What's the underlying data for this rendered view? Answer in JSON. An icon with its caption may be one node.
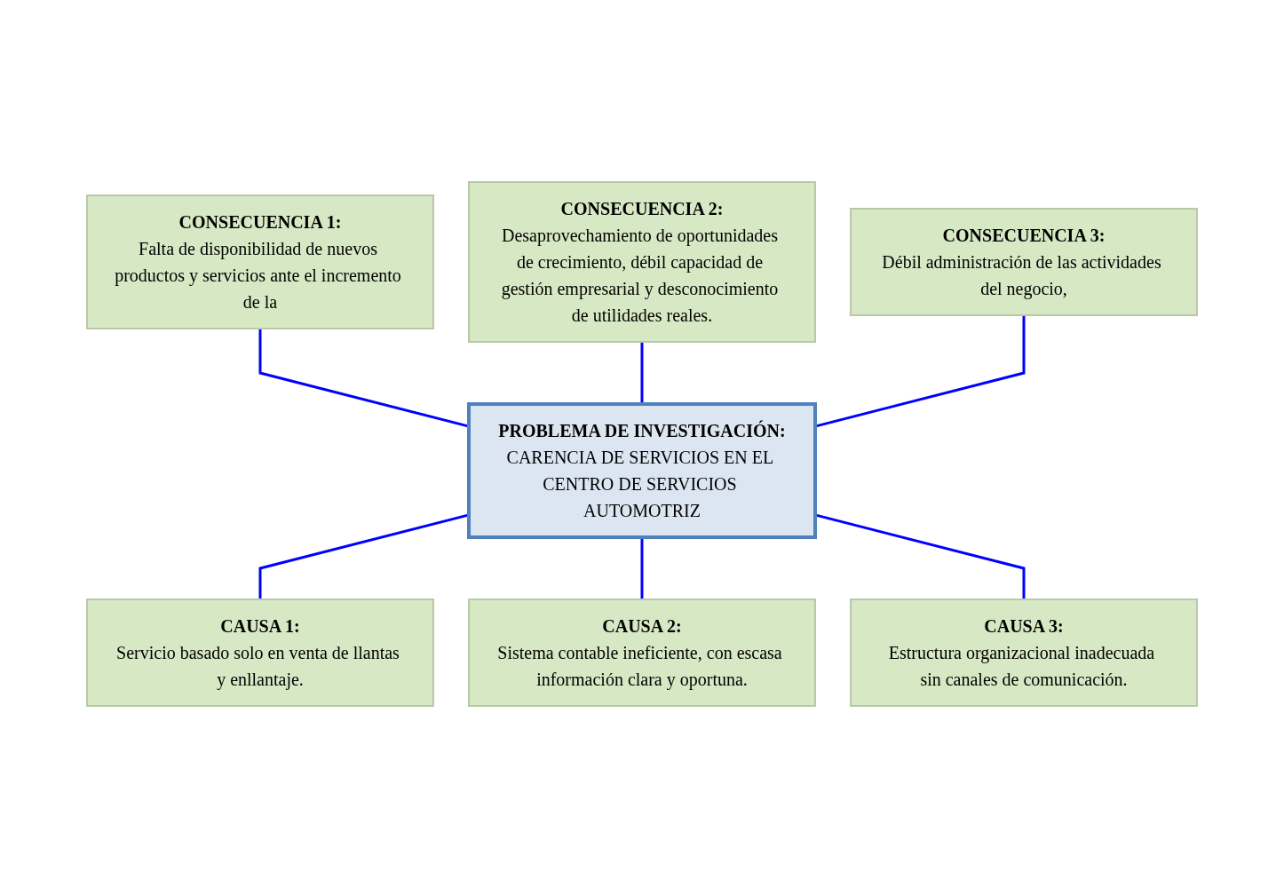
{
  "diagram": {
    "nodes": [
      {
        "text": [
          "CONSECUENCIA 1:",
          "Falta de disponibilidad de nuevos productos y servicios ante el incremento de la"
        ]
      },
      {
        "text": [
          "CONSECUENCIA 2:",
          "Desaprovechamiento de oportunidades de crecimiento, débil capacidad de gestión empresarial y desconocimiento de utilidades reales."
        ]
      },
      {
        "text": [
          "CONSECUENCIA 3:",
          "Débil administración de las actividades del negocio,"
        ]
      },
      {
        "text": [
          "PROBLEMA DE INVESTIGACIÓN:",
          "CARENCIA DE SERVICIOS EN EL CENTRO DE SERVICIOS AUTOMOTRIZ"
        ]
      },
      {
        "text": [
          "CAUSA 1:",
          "Servicio basado solo en venta de llantas y enllantaje."
        ]
      },
      {
        "text": [
          "CAUSA 2:",
          "Sistema contable ineficiente, con escasa información clara y oportuna."
        ]
      },
      {
        "text": [
          "CAUSA 3:",
          "Estructura organizacional inadecuada sin canales de comunicación."
        ]
      }
    ],
    "edges": [
      {
        "from": 0,
        "to": 3,
        "arrow": "none"
      },
      {
        "from": 1,
        "to": 3,
        "arrow": "none"
      },
      {
        "from": 2,
        "to": 3,
        "arrow": "none"
      },
      {
        "from": 3,
        "to": 4,
        "arrow": "none"
      },
      {
        "from": 3,
        "to": 5,
        "arrow": "none"
      },
      {
        "from": 3,
        "to": 6,
        "arrow": "none"
      }
    ]
  }
}
